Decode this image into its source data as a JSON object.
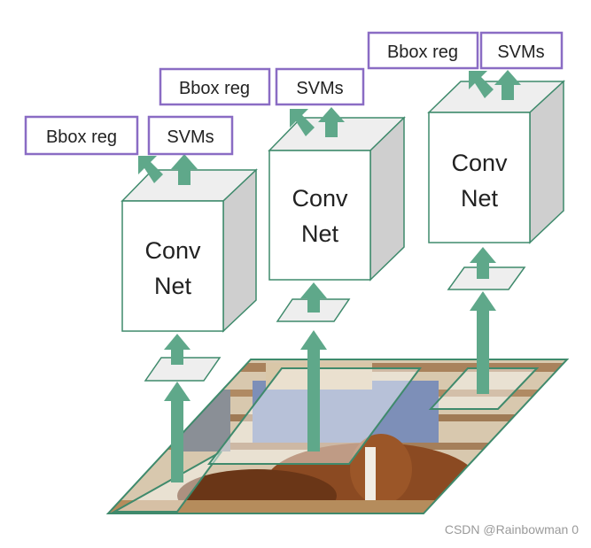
{
  "colors": {
    "arrow": "#5fa88a",
    "arrow_stroke": "#4e9076",
    "box_edge": "#3f8a6c",
    "label_border": "#8a6cc4",
    "cube_side": "#cfcfcf",
    "cube_top": "#eeeeee"
  },
  "networks": [
    {
      "line1": "Conv",
      "line2": "Net",
      "bbox_label": "Bbox reg",
      "svm_label": "SVMs"
    },
    {
      "line1": "Conv",
      "line2": "Net",
      "bbox_label": "Bbox reg",
      "svm_label": "SVMs"
    },
    {
      "line1": "Conv",
      "line2": "Net",
      "bbox_label": "Bbox reg",
      "svm_label": "SVMs"
    }
  ],
  "image_icon": "rodeo-horse-rider-photo",
  "watermark": "CSDN @Rainbowman 0"
}
